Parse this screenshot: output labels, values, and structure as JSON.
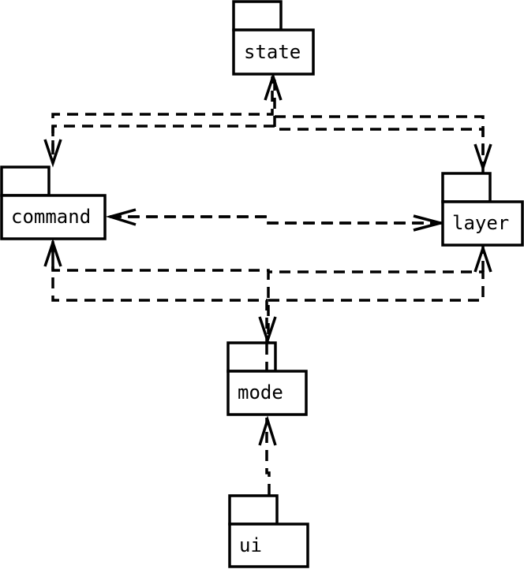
{
  "packages": {
    "state": {
      "label": "state"
    },
    "command": {
      "label": "command"
    },
    "layer": {
      "label": "layer"
    },
    "mode": {
      "label": "mode"
    },
    "ui": {
      "label": "ui"
    }
  },
  "dependencies": [
    {
      "from": "state",
      "to": "command",
      "style": "dashed",
      "arrowhead": "open"
    },
    {
      "from": "command",
      "to": "state",
      "style": "dashed",
      "arrowhead": "open"
    },
    {
      "from": "state",
      "to": "layer",
      "style": "dashed",
      "arrowhead": "open"
    },
    {
      "from": "layer",
      "to": "state",
      "style": "dashed",
      "arrowhead": "open"
    },
    {
      "from": "layer",
      "to": "command",
      "style": "dashed",
      "arrowhead": "open"
    },
    {
      "from": "command",
      "to": "layer",
      "style": "dashed",
      "arrowhead": "open"
    },
    {
      "from": "mode",
      "to": "command",
      "style": "dashed",
      "arrowhead": "open"
    },
    {
      "from": "command",
      "to": "mode",
      "style": "dashed",
      "arrowhead": "open"
    },
    {
      "from": "mode",
      "to": "layer",
      "style": "dashed",
      "arrowhead": "open"
    },
    {
      "from": "ui",
      "to": "mode",
      "style": "dashed",
      "arrowhead": "open"
    }
  ],
  "colors": {
    "stroke": "#000000",
    "background": "#ffffff"
  }
}
